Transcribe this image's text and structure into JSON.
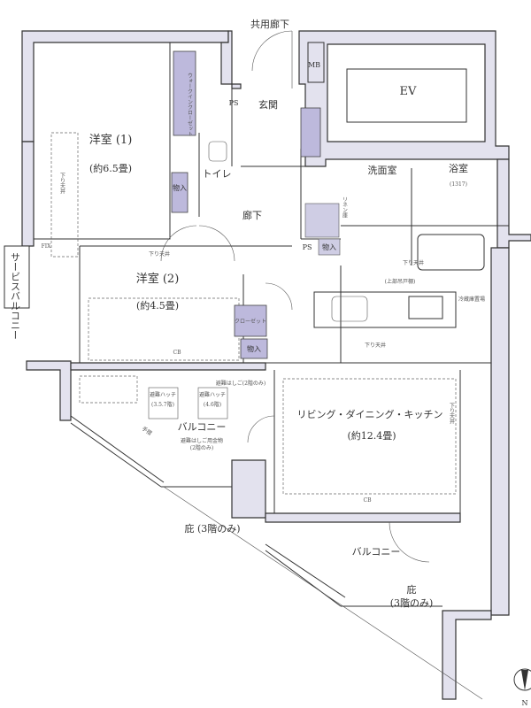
{
  "plan": {
    "common_corridor": "共用廊下",
    "mb": "MB",
    "ev": "EV",
    "entrance": "玄関",
    "ps_1": "PS",
    "ps_2": "PS",
    "western_room_1": {
      "name": "洋室 (1)",
      "size": "(約6.5畳)"
    },
    "western_room_2": {
      "name": "洋室 (2)",
      "size": "(約4.5畳)"
    },
    "walk_in_closet": "ウォークインクローゼット",
    "storage_1": "物入",
    "storage_2": "物入",
    "storage_3": "物入",
    "toilet": "トイレ",
    "washroom": "洗面室",
    "bathroom": {
      "name": "浴室",
      "size": "(1317)"
    },
    "hallway": "廊下",
    "closet": "クローゼット",
    "service_balcony": "サービスバルコニー",
    "fix": "FIX",
    "ldk": {
      "name": "リビング・ダイニング・キッチン",
      "size": "(約12.4畳)"
    },
    "hatch_1": {
      "name": "避難ハッチ",
      "floors": "(3.5.7階)"
    },
    "hatch_2": {
      "name": "避難ハッチ",
      "floors": "(4.6階)"
    },
    "ladder_note_small": "避難はしご(2階のみ)",
    "balcony_1": "バルコニー",
    "ladder_hardware": {
      "name": "避難はしご用金物",
      "floors": "(2階のみ)"
    },
    "balcony_2": "バルコニー",
    "eaves_1": "庇 (3階のみ)",
    "eaves_2": {
      "name": "庇",
      "floors": "(3階のみ)"
    },
    "lowered_ceiling": "下り天井",
    "cb": "CB",
    "linen": "リネン庫",
    "fridge": "冷蔵庫置場",
    "upper_cabinet": "(上部吊戸棚)",
    "handrail": "手摺",
    "compass_n": "N"
  }
}
